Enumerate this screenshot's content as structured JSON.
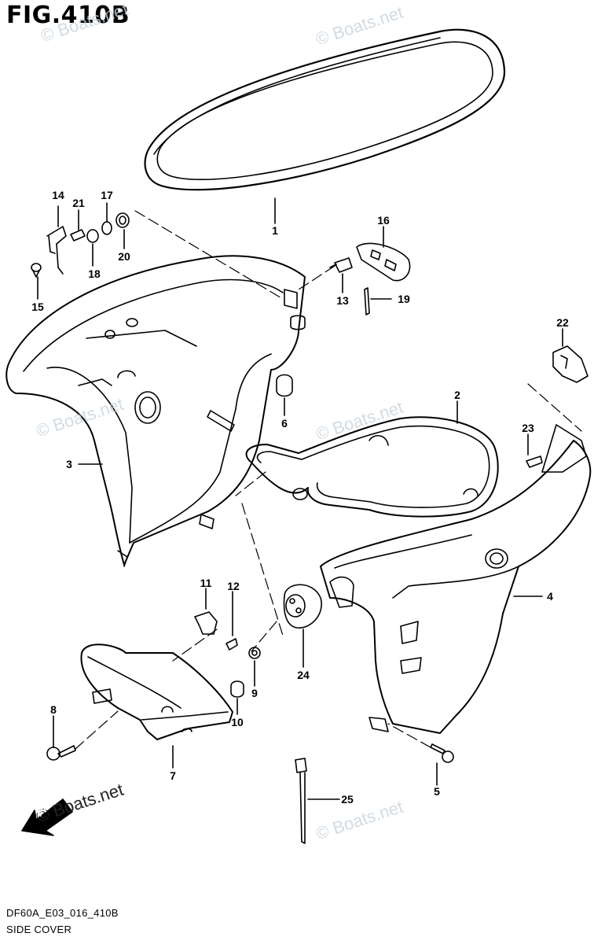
{
  "figure": {
    "title": "FIG.410B",
    "code": "DF60A_E03_016_410B",
    "caption": "SIDE COVER"
  },
  "watermark": "© Boats.net",
  "direction_label": "FWD",
  "callouts": [
    "1",
    "2",
    "3",
    "4",
    "5",
    "6",
    "7",
    "8",
    "9",
    "10",
    "11",
    "12",
    "13",
    "14",
    "15",
    "16",
    "17",
    "18",
    "19",
    "20",
    "21",
    "22",
    "23",
    "24",
    "25"
  ]
}
